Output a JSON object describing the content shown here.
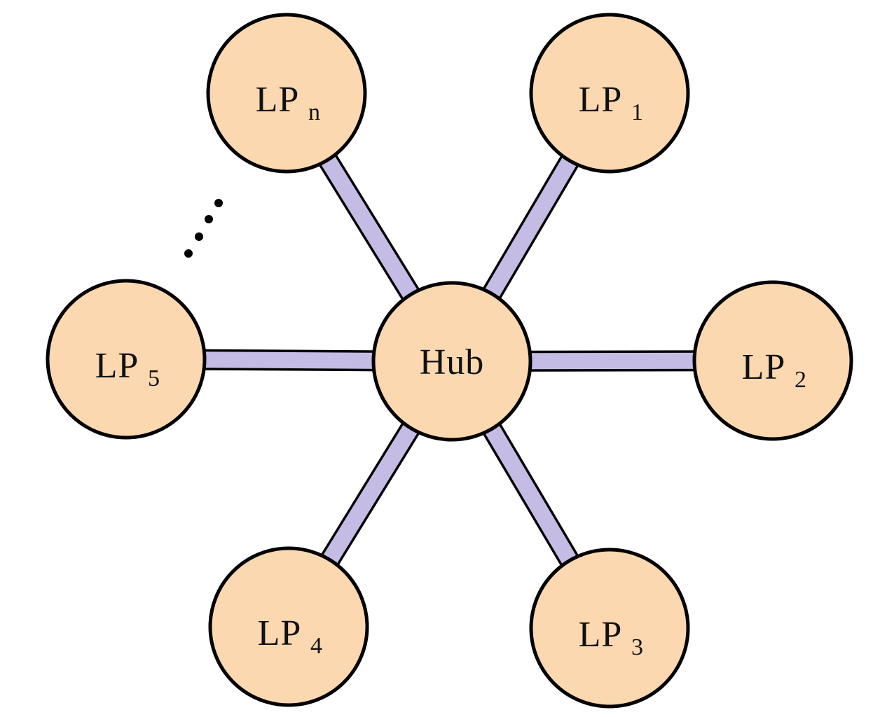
{
  "diagram": {
    "type": "hub-and-spoke network",
    "colors": {
      "background": "#FFFFFF",
      "node_fill": "#FBD8B0",
      "node_stroke": "#000000",
      "edge_fill": "#C5BCE6",
      "edge_stroke": "#000000",
      "dot_color": "#000000",
      "text_color": "#111111"
    },
    "hub": {
      "id": "hub",
      "label": "Hub"
    },
    "nodes": [
      {
        "id": "lp1",
        "label": "LP",
        "subscript": "1"
      },
      {
        "id": "lp2",
        "label": "LP",
        "subscript": "2"
      },
      {
        "id": "lp3",
        "label": "LP",
        "subscript": "3"
      },
      {
        "id": "lp4",
        "label": "LP",
        "subscript": "4"
      },
      {
        "id": "lp5",
        "label": "LP",
        "subscript": "5"
      },
      {
        "id": "lpn",
        "label": "LP",
        "subscript": "n"
      }
    ],
    "edges": [
      {
        "from": "hub",
        "to": "lp1"
      },
      {
        "from": "hub",
        "to": "lp2"
      },
      {
        "from": "hub",
        "to": "lp3"
      },
      {
        "from": "hub",
        "to": "lp4"
      },
      {
        "from": "hub",
        "to": "lp5"
      },
      {
        "from": "hub",
        "to": "lpn"
      }
    ],
    "ellipsis": {
      "dot_count": 4,
      "meaning": "additional LP spokes between LP5 and LPn"
    }
  }
}
